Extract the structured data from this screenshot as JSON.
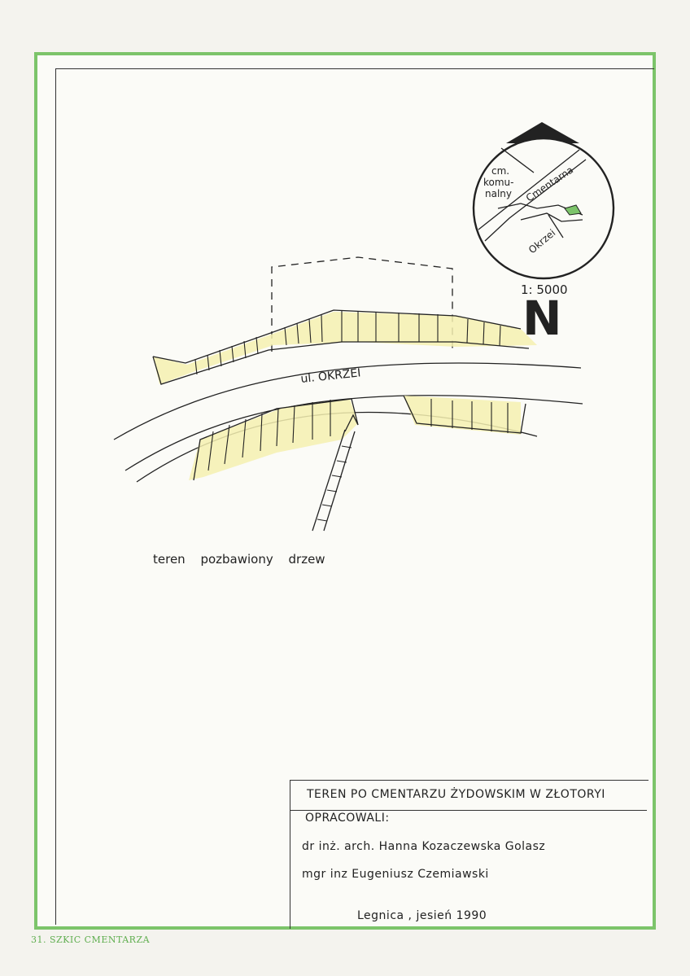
{
  "map": {
    "street_label": "ul. OKRZEI",
    "scale": "1: 5000",
    "north_symbol": "N",
    "note": "teren pozbawiony drzew",
    "inset": {
      "label_cemetery": "cm. komu- nalny",
      "label_cm": "cm.",
      "label_komu": "komu-",
      "label_nalny": "nalny",
      "label_street1": "Cmentarna",
      "label_street2": "Okrzei"
    },
    "colors": {
      "frame": "#7cc46a",
      "fill": "#f4f0b0",
      "ink": "#222222"
    }
  },
  "titleblock": {
    "title": "TEREN PO CMENTARZU ŻYDOWSKIM W ZŁOTORYI",
    "prepared_label": "OPRACOWALI:",
    "author1": "dr inż. arch. Hanna Kozaczewska Golasz",
    "author2": "mgr inz Eugeniusz Czemiawski",
    "place_date": "Legnica , jesień 1990"
  },
  "caption": "31. SZKIC CMENTARZA"
}
